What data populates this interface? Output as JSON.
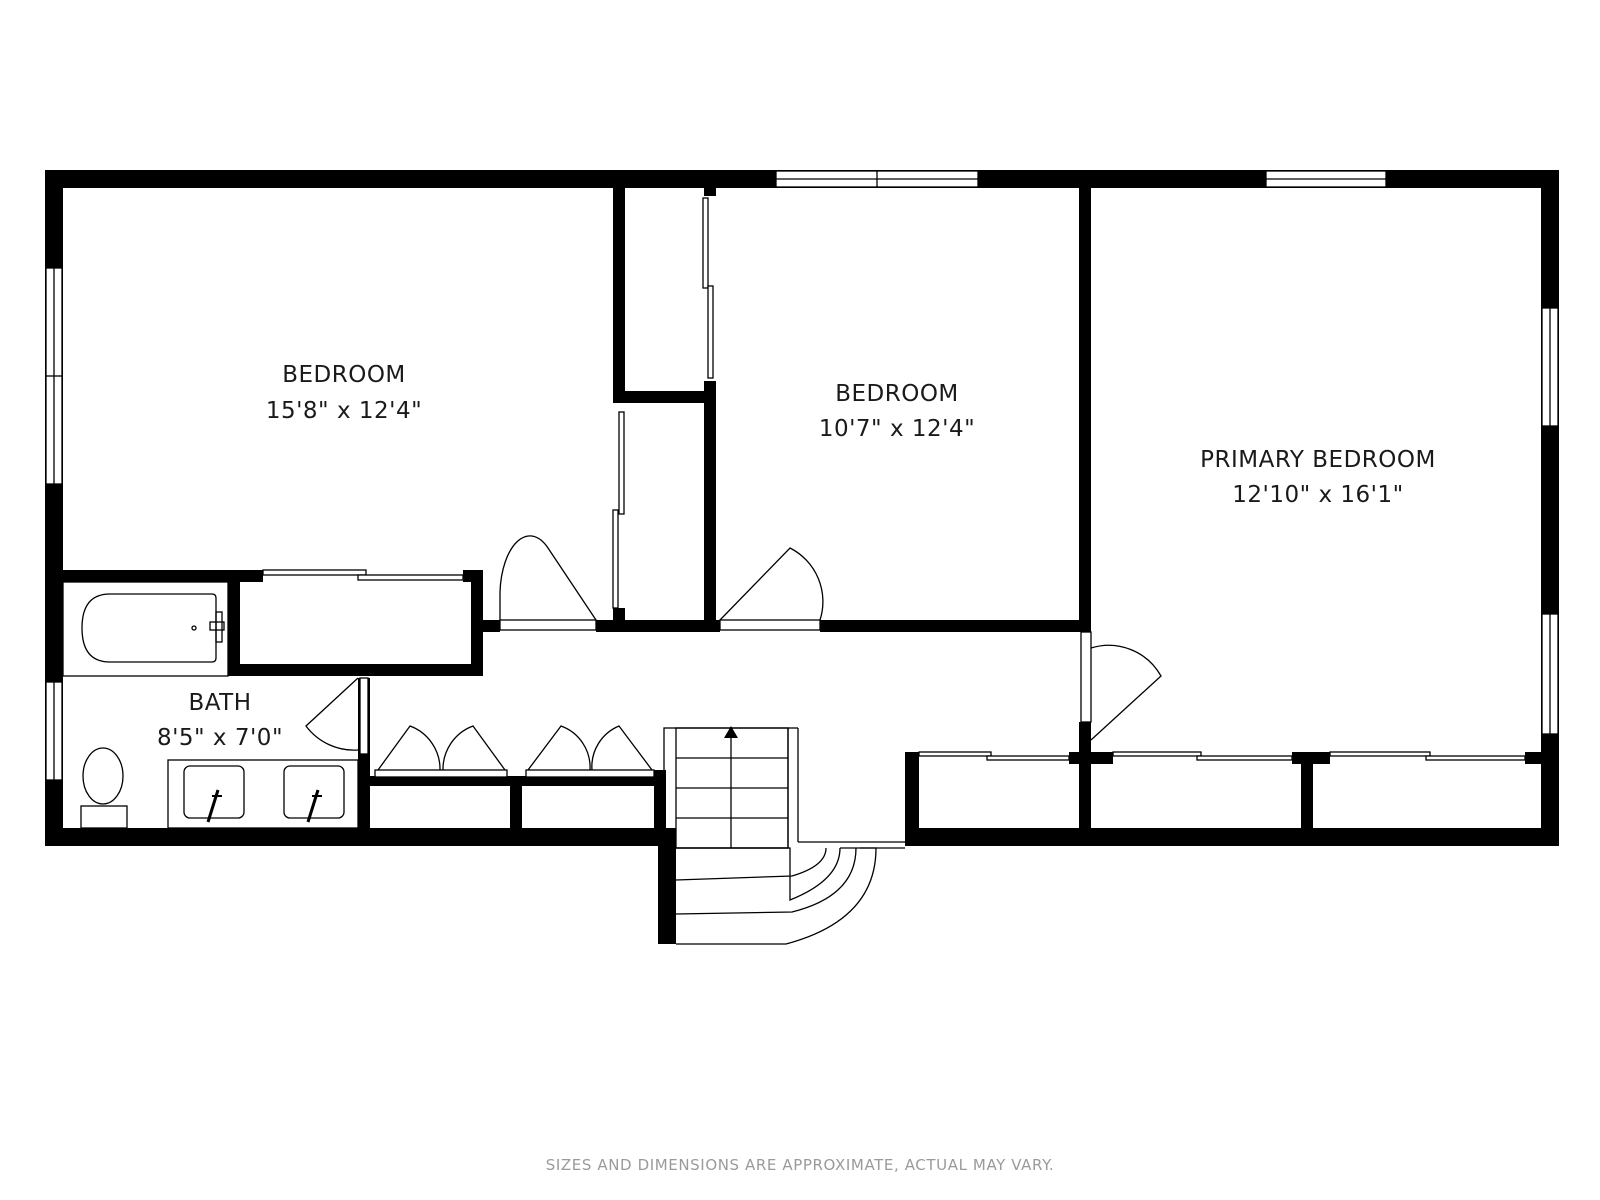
{
  "rooms": [
    {
      "id": "bedroom-1",
      "name": "BEDROOM",
      "dimensions": "15'8\" x 12'4\""
    },
    {
      "id": "bedroom-2",
      "name": "BEDROOM",
      "dimensions": "10'7\" x 12'4\""
    },
    {
      "id": "primary-bedroom",
      "name": "PRIMARY BEDROOM",
      "dimensions": "12'10\" x 16'1\""
    },
    {
      "id": "bath",
      "name": "BATH",
      "dimensions": "8'5\" x 7'0\""
    }
  ],
  "disclaimer": "SIZES AND DIMENSIONS ARE APPROXIMATE, ACTUAL MAY VARY."
}
